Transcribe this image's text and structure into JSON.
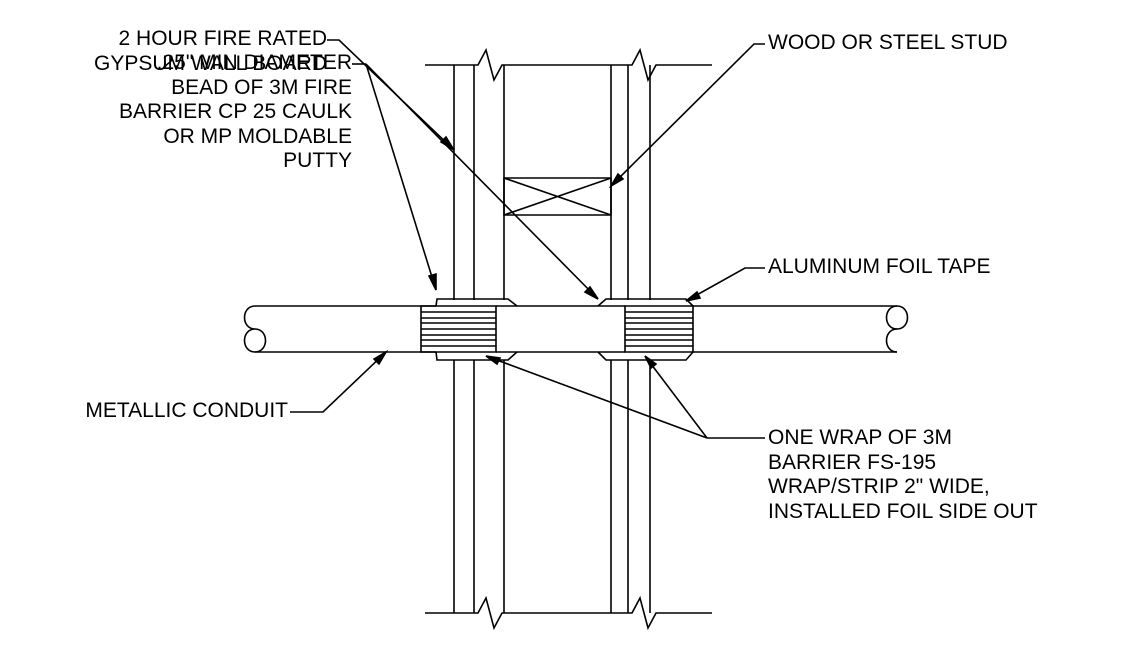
{
  "labels": {
    "gypsum": [
      "2 HOUR FIRE RATED",
      "GYPSUM WALL BOARD"
    ],
    "bead": [
      ".25\" MIN DIAMETER",
      "BEAD OF 3M FIRE",
      "BARRIER CP 25 CAULK",
      "OR MP MOLDABLE",
      "PUTTY"
    ],
    "stud": [
      "WOOD OR STEEL STUD"
    ],
    "foil": [
      "ALUMINUM FOIL TAPE"
    ],
    "conduit": [
      "METALLIC CONDUIT"
    ],
    "wrap": [
      "ONE WRAP OF 3M",
      "BARRIER FS-195",
      "WRAP/STRIP 2\" WIDE,",
      "INSTALLED FOIL SIDE OUT"
    ]
  },
  "colors": {
    "line": "#000000",
    "background": "#ffffff"
  }
}
